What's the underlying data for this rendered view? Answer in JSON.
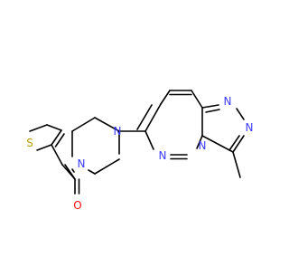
{
  "molecule": {
    "atom_labels": {
      "n_triazole_top": "N",
      "n_triazole_right": "N",
      "n_bridge": "N",
      "n_pyridazine": "N",
      "n_piperazine_top": "N",
      "n_piperazine_bottom": "N",
      "o_carbonyl": "O",
      "s_thiophene": "S"
    },
    "colors": {
      "nitrogen": "#3b3bff",
      "oxygen": "#ff0d0d",
      "sulfur": "#b5a200",
      "bond": "#000000"
    }
  }
}
